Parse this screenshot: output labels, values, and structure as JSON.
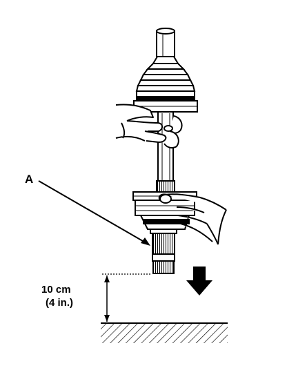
{
  "callout_label": "A",
  "dimension": {
    "line1": "10 cm",
    "line2": "(4 in.)"
  },
  "colors": {
    "ink": "#000000",
    "paper": "#ffffff"
  },
  "icons": [
    "down-arrow-icon",
    "ground-hatch"
  ]
}
